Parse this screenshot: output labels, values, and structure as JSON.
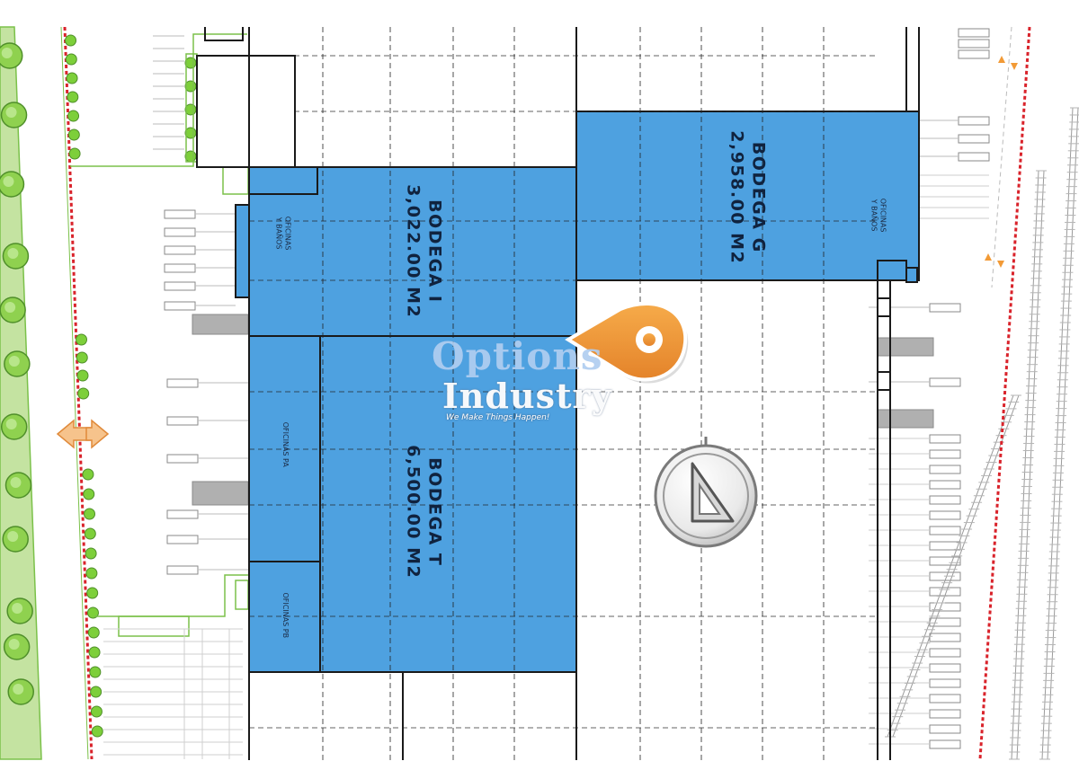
{
  "buildings": [
    {
      "id": "bodega-i",
      "name": "BODEGA I",
      "area": "3,022.00 M2"
    },
    {
      "id": "bodega-g",
      "name": "BODEGA G",
      "area": "2,958.00 M2"
    },
    {
      "id": "bodega-t",
      "name": "BODEGA T",
      "area": "6,500.00 M2"
    }
  ],
  "offices": [
    {
      "id": "oficinas-i",
      "lines": [
        "OFICINAS",
        "Y BAÑOS"
      ]
    },
    {
      "id": "oficinas-g",
      "lines": [
        "OFICINAS",
        "Y BAÑOS"
      ]
    },
    {
      "id": "oficinas-pa",
      "lines": [
        "OFICINAS PA"
      ]
    },
    {
      "id": "oficinas-pb",
      "lines": [
        "OFICINAS PB"
      ]
    }
  ],
  "watermark": {
    "line1": "Options",
    "line2": "Industry",
    "tagline": "We Make Things Happen!"
  },
  "colors": {
    "warehouse_fill": "#4ea1e0",
    "outline": "#1a1a1a",
    "pin": "#f29a36",
    "green_strip": "#c4e3a1",
    "tree": "#6fbf3a",
    "red_boundary": "#d9232b"
  },
  "icons": [
    "location-pin-icon",
    "compass-north-icon",
    "entrance-arrows-icon",
    "tree-icon",
    "parking-stall-icon",
    "railway-track-icon"
  ]
}
